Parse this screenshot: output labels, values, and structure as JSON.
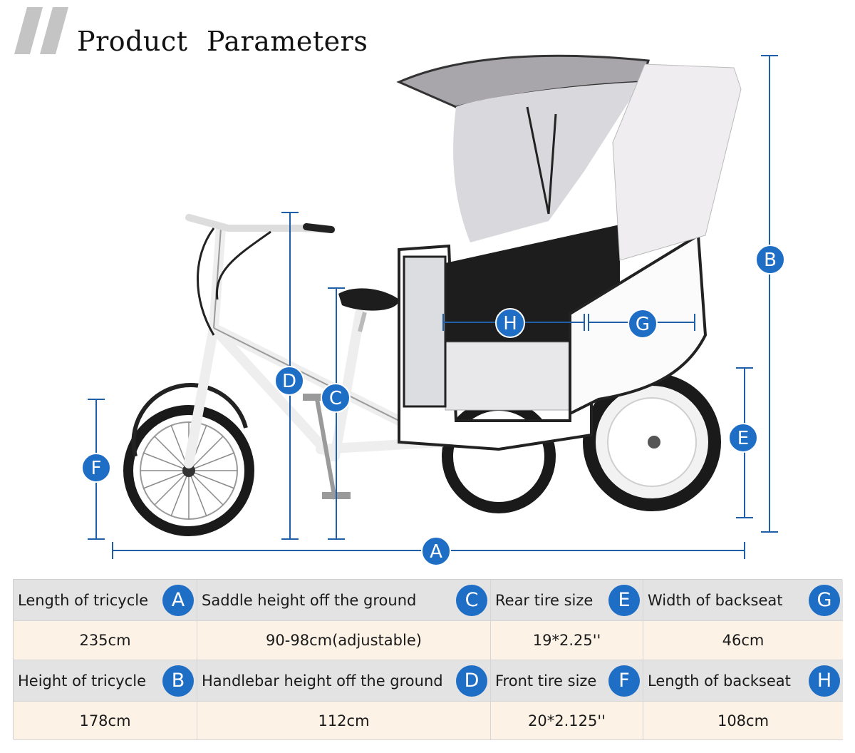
{
  "header": {
    "title": "Product  Parameters"
  },
  "badges": [
    "A",
    "B",
    "C",
    "D",
    "E",
    "F",
    "G",
    "H"
  ],
  "colors": {
    "accent": "#1f6ec5",
    "label_bg": "#e3e3e3",
    "value_bg": "#fcf2e6"
  },
  "table": {
    "rows": [
      [
        {
          "label": "Length of  tricycle",
          "badge": "A"
        },
        {
          "label": "Saddle height off the ground",
          "badge": "C"
        },
        {
          "label": "Rear tire size",
          "badge": "E"
        },
        {
          "label": "Width of backseat",
          "badge": "G"
        }
      ],
      [
        "235cm",
        "90-98cm(adjustable)",
        "19*2.25''",
        "46cm"
      ],
      [
        {
          "label": "Height of  tricycle",
          "badge": "B"
        },
        {
          "label": "Handlebar height off the ground",
          "badge": "D"
        },
        {
          "label": "Front tire size",
          "badge": "F"
        },
        {
          "label": "Length of backseat",
          "badge": "H"
        }
      ],
      [
        "178cm",
        "112cm",
        "20*2.125''",
        "108cm"
      ]
    ]
  }
}
